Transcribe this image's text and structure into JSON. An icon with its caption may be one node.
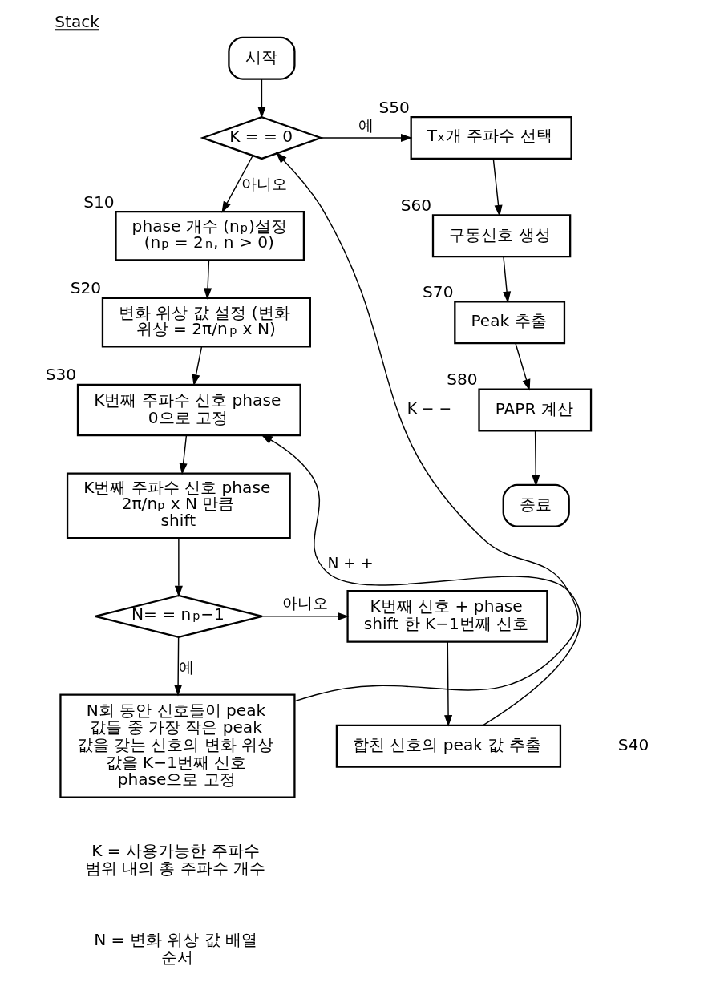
{
  "diagram": {
    "title": "Stack",
    "nodes": [
      {
        "text": [
          "시작"
        ]
      },
      {
        "text": [
          "K = = 0"
        ]
      },
      {
        "text": [
          "T$_{x}$개 주파수 선택"
        ],
        "beside": [
          "S50"
        ]
      },
      {
        "text": [
          "phase 개수 (n$_{p}$)설정 (n$_{p}$ = 2$^{n}$, n > 0)"
        ],
        "beside": [
          "S10"
        ]
      },
      {
        "text": [
          "구동신호 생성"
        ],
        "beside": [
          "S60"
        ]
      },
      {
        "text": [
          "변화 위상 값 설정 (변화 위상 = 2π/n$_{p}$ x N)"
        ],
        "beside": [
          "S20"
        ]
      },
      {
        "text": [
          "Peak 추출"
        ],
        "beside": [
          "S70"
        ]
      },
      {
        "text": [
          "K번째 주파수 신호 phase 0으로 고정"
        ],
        "beside": [
          "S30"
        ]
      },
      {
        "text": [
          "PAPR 계산"
        ],
        "beside": [
          "S80"
        ]
      },
      {
        "text": [
          "종료"
        ]
      },
      {
        "text": [
          "K번째 주파수 신호 phase 2π/n$_{p}$ x N 만큼 shift"
        ]
      },
      {
        "text": [
          "K번째 신호 + phase shift 한 K−1번째 신호"
        ]
      },
      {
        "text": [
          "N= = n$_{p}$−1"
        ]
      },
      {
        "text": [
          "합친 신호의 peak 값 추출"
        ]
      },
      {
        "text": [
          "N회 동안 신호들이 peak 값들 중 가장 작은 peak 값을 갖는 신호의 변화 위상 값을 K−1번째 신호 phase으로 고정"
        ]
      }
    ],
    "edges": [
      {
        "from": 0,
        "to": 1,
        "arrow": "to"
      },
      {
        "from": 1,
        "to": 2,
        "arrow": "to",
        "label": "예"
      },
      {
        "from": 1,
        "to": 3,
        "arrow": "to",
        "label": "아니오"
      },
      {
        "from": 2,
        "to": 4,
        "arrow": "to"
      },
      {
        "from": 4,
        "to": 6,
        "arrow": "to"
      },
      {
        "from": 6,
        "to": 8,
        "arrow": "to"
      },
      {
        "from": 8,
        "to": 9,
        "arrow": "to"
      },
      {
        "from": 3,
        "to": 5,
        "arrow": "to"
      },
      {
        "from": 5,
        "to": 7,
        "arrow": "to"
      },
      {
        "from": 7,
        "to": 10,
        "arrow": "to"
      },
      {
        "from": 10,
        "to": 12,
        "arrow": "to"
      },
      {
        "from": 12,
        "to": 11,
        "arrow": "to",
        "label": "아니오"
      },
      {
        "from": 12,
        "to": 14,
        "arrow": "to",
        "label": "예"
      },
      {
        "from": 11,
        "to": 13,
        "arrow": "to"
      },
      {
        "from": 13,
        "to": 7,
        "arrow": "to",
        "label": "N + +"
      },
      {
        "from": 14,
        "to": 1,
        "arrow": "to",
        "label": "K − −"
      }
    ],
    "labels": [
      "S40",
      "K = 사용가능한 주파수 범위 내의 총 주파수 개수",
      "N = 변화 위상 값 배열 순서"
    ]
  }
}
